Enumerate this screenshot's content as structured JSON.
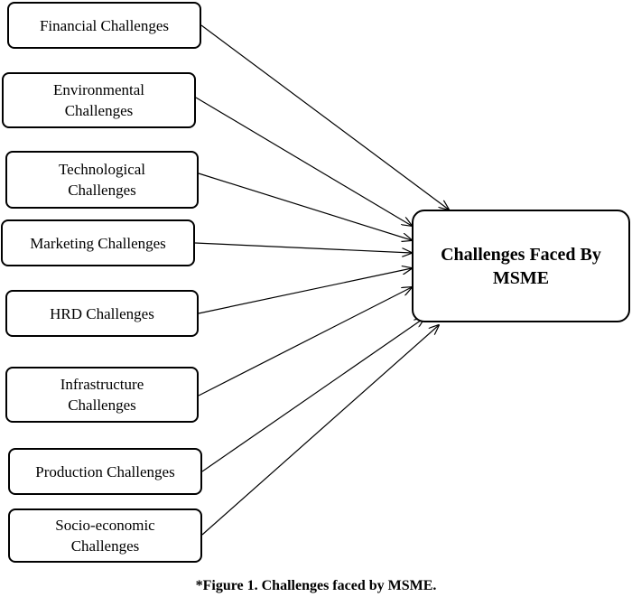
{
  "diagram": {
    "source_boxes": [
      {
        "label": "Financial Challenges"
      },
      {
        "label": "Environmental\nChallenges"
      },
      {
        "label": "Technological\nChallenges"
      },
      {
        "label": "Marketing Challenges"
      },
      {
        "label": "HRD Challenges"
      },
      {
        "label": "Infrastructure\nChallenges"
      },
      {
        "label": "Production Challenges"
      },
      {
        "label": "Socio-economic\nChallenges"
      }
    ],
    "target_box": {
      "label": "Challenges Faced By\nMSME"
    },
    "caption": "*Figure 1. Challenges faced by MSME."
  }
}
